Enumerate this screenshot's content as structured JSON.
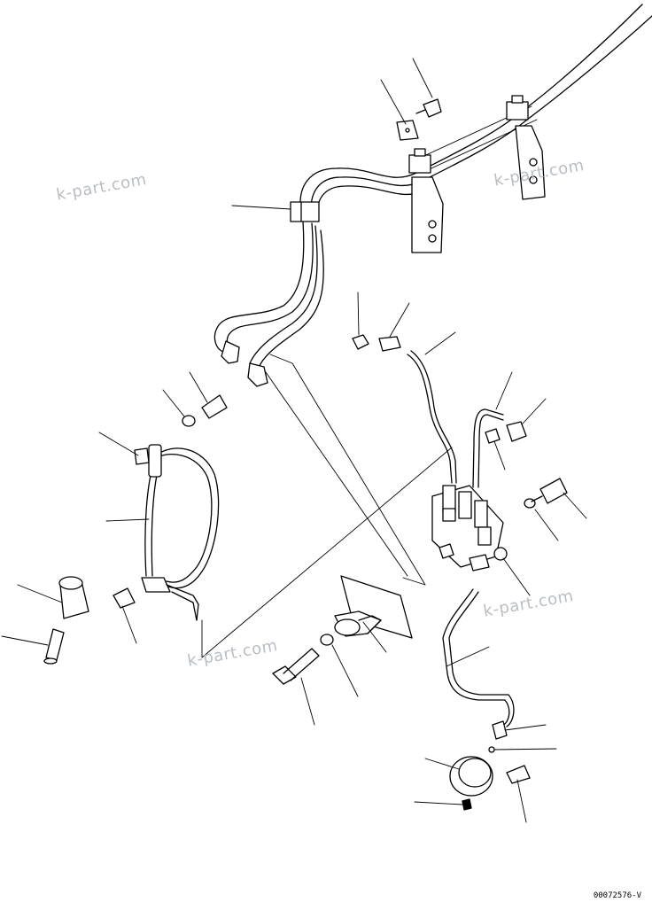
{
  "watermarks": [
    "k-part.com",
    "k-part.com",
    "k-part.com",
    "k-part.com"
  ],
  "drawing_code": "00072576-V",
  "colors": {
    "line": "#000000",
    "watermark": "#b9bec4",
    "background": "#ffffff"
  }
}
